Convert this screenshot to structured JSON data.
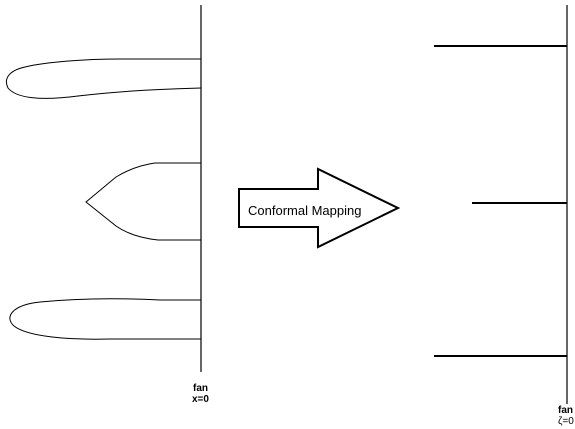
{
  "diagram": {
    "arrow_label": "Conformal Mapping",
    "left_panel": {
      "fan_label": "fan",
      "coord_label": "x=0"
    },
    "right_panel": {
      "fan_label": "fan",
      "coord_label": "ζ=0"
    }
  }
}
